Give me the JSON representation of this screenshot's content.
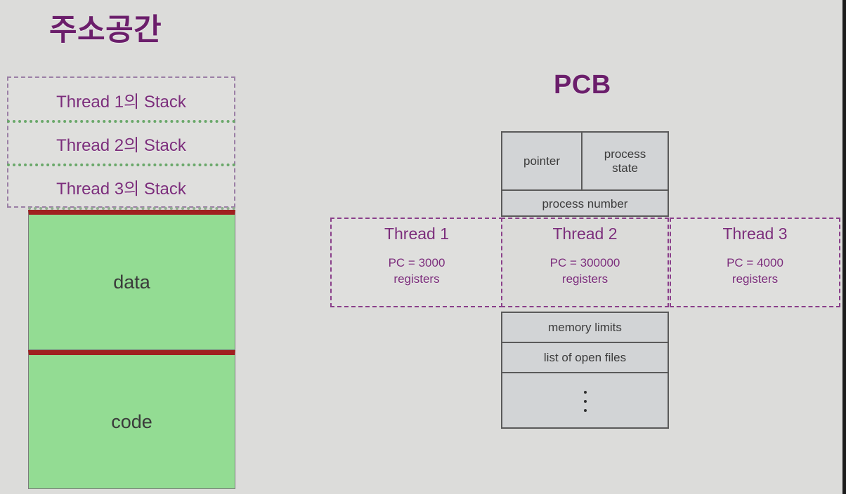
{
  "address_space": {
    "title": "주소공간",
    "stack_rows": [
      {
        "label": "Thread 1의 Stack"
      },
      {
        "label": "Thread 2의 Stack"
      },
      {
        "label": "Thread 3의 Stack"
      }
    ],
    "memory_blocks": [
      {
        "label": "data"
      },
      {
        "label": "code"
      }
    ]
  },
  "pcb": {
    "title": "PCB",
    "top_rows": {
      "pointer": "pointer",
      "process_state": "process\nstate",
      "process_state_line1": "process",
      "process_state_line2": "state",
      "process_number": "process number"
    },
    "bottom_rows": [
      {
        "label": "memory limits"
      },
      {
        "label": "list of open files"
      }
    ],
    "ellipsis": "⋮"
  },
  "threads": [
    {
      "title": "Thread 1",
      "pc": "PC = 3000",
      "registers": "registers"
    },
    {
      "title": "Thread 2",
      "pc": "PC =  300000",
      "registers": "registers"
    },
    {
      "title": "Thread 3",
      "pc": "PC =  4000",
      "registers": "registers"
    }
  ],
  "colors": {
    "background": "#dcdcda",
    "purple_text": "#7b2d7b",
    "title_purple": "#6b1e6b",
    "memory_green": "#93dc93",
    "divider_red": "#a02020",
    "stack_divider_green": "#6aa86a",
    "pcb_fill": "#d2d4d6",
    "pcb_border": "#5a5a5a"
  }
}
